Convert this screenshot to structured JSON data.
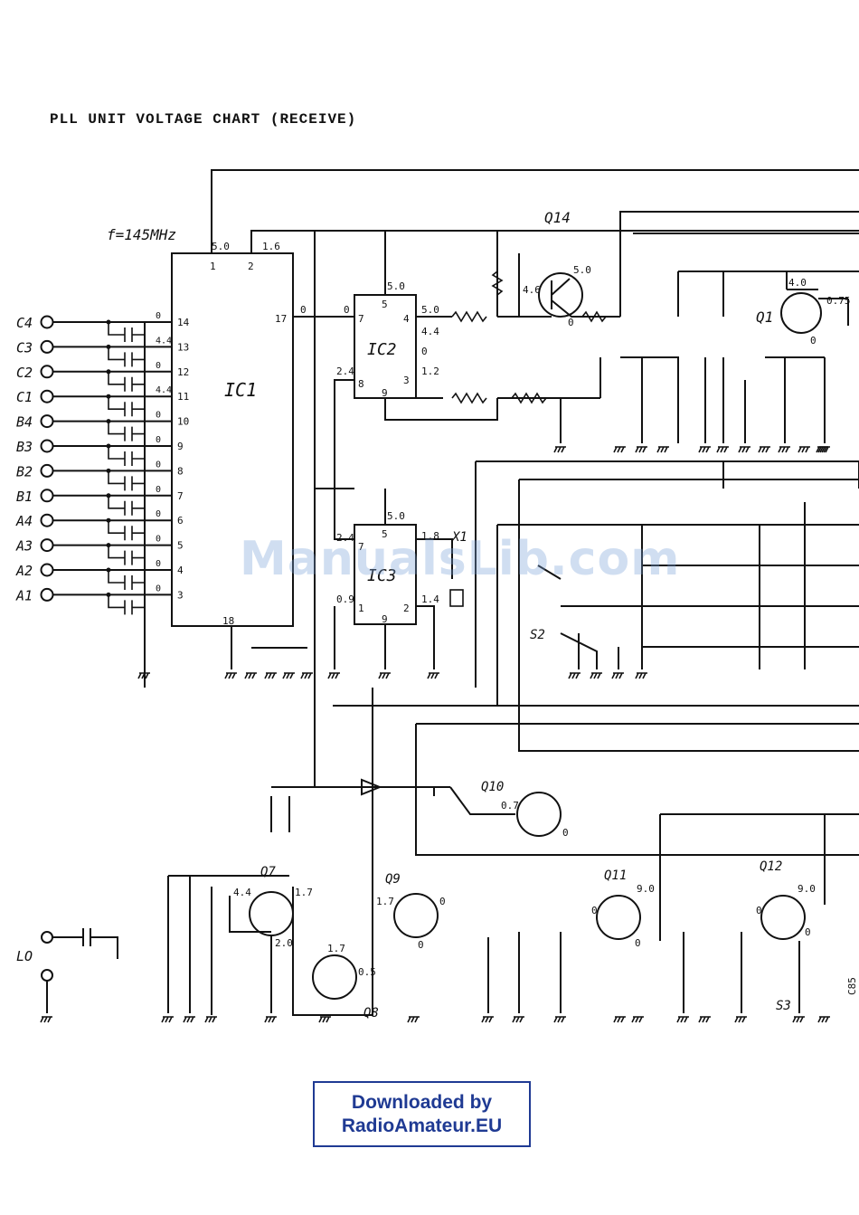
{
  "title": "PLL UNIT VOLTAGE CHART (RECEIVE)",
  "frequency_note": "f=145MHz",
  "ic1": {
    "label": "IC1",
    "pins": [
      {
        "pin": "14",
        "v": "0"
      },
      {
        "pin": "13",
        "v": "4.4"
      },
      {
        "pin": "12",
        "v": "0"
      },
      {
        "pin": "11",
        "v": "4.4"
      },
      {
        "pin": "10",
        "v": "0"
      },
      {
        "pin": "9",
        "v": "0"
      },
      {
        "pin": "8",
        "v": "0"
      },
      {
        "pin": "7",
        "v": "0"
      },
      {
        "pin": "6",
        "v": "0"
      },
      {
        "pin": "5",
        "v": "0"
      },
      {
        "pin": "4",
        "v": "0"
      },
      {
        "pin": "3",
        "v": "0"
      }
    ],
    "top_pins": [
      {
        "pin": "1",
        "v": "5.0"
      },
      {
        "pin": "2",
        "v": "1.6"
      }
    ],
    "pin17": {
      "pin": "17",
      "v": "0"
    },
    "pin18": "18"
  },
  "inputs": [
    "C4",
    "C3",
    "C2",
    "C1",
    "B4",
    "B3",
    "B2",
    "B1",
    "A4",
    "A3",
    "A2",
    "A1"
  ],
  "ic2": {
    "label": "IC2",
    "p5": "5",
    "v5": "5.0",
    "p7": "7",
    "v7": "0",
    "p4": "4",
    "v4": "5.0",
    "v4b": "4.4",
    "v0": "0",
    "p8": "8",
    "v8": "2.4",
    "p9": "9",
    "p3": "3",
    "v3": "1.2"
  },
  "ic3": {
    "label": "IC3",
    "p5": "5",
    "v5": "5.0",
    "p7": "7",
    "v7": "2.4",
    "p1": "1",
    "v1": "0.9",
    "p9": "9",
    "p2": "2",
    "v2": "1.4",
    "v18": "1.8"
  },
  "components": {
    "q14": "Q14",
    "q14_v5": "5.0",
    "q14_v46": "4.6",
    "q14_v0": "0",
    "q1": "Q1",
    "q1_v4": "4.0",
    "q1_v075": "0.75",
    "q1_v0": "0",
    "x1": "X1",
    "s2": "S2",
    "s3": "S3",
    "q10": "Q10",
    "q10_v07": "0.7",
    "q10_v0": "0",
    "q7": "Q7",
    "q7_v44": "4.4",
    "q7_v17": "1.7",
    "q7_v20": "2.0",
    "q8": "Q8",
    "q8_v17": "1.7",
    "q8_v05": "0.5",
    "q9": "Q9",
    "q9_v17": "1.7",
    "q9_v0a": "0",
    "q9_v0b": "0",
    "q11": "Q11",
    "q11_v90": "9.0",
    "q11_v0a": "0",
    "q11_v0b": "0",
    "q12": "Q12",
    "q12_v90": "9.0",
    "q12_v0a": "0",
    "q12_v0b": "0",
    "lo": "LO",
    "c85": "C85"
  },
  "watermark": "ManualsLib.com",
  "badge": {
    "line1": "Downloaded by",
    "line2": "RadioAmateur.EU"
  },
  "colors": {
    "ink": "#111111",
    "badge": "#1f3a93",
    "watermark": "#78a0d7"
  }
}
